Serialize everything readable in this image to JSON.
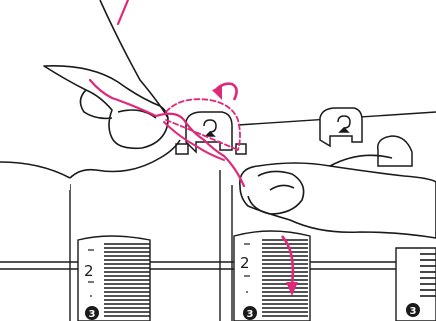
{
  "colors": {
    "ink": "#1a1a1a",
    "thread": "#e0287a",
    "paper": "#ffffff"
  },
  "dials": [
    {
      "number": "2",
      "badge": "3"
    },
    {
      "number": "2",
      "badge": "3"
    },
    {
      "number": "",
      "badge": "3"
    }
  ],
  "icons": {
    "thread": "thread-path",
    "direction_arrow": "curved-arrow-icon",
    "down_arrow": "down-arrow-icon"
  }
}
